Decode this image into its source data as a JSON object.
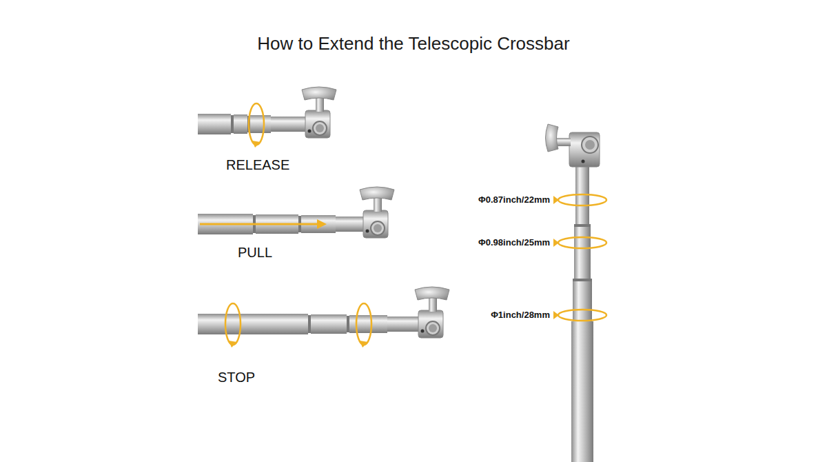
{
  "diagram": {
    "title": "How to Extend the Telescopic Crossbar",
    "labels": [
      "RELEASE",
      "PULL",
      "STOP",
      "Φ0.87inch/22mm",
      "Φ0.98inch/25mm",
      "Φ1inch/28mm"
    ]
  }
}
